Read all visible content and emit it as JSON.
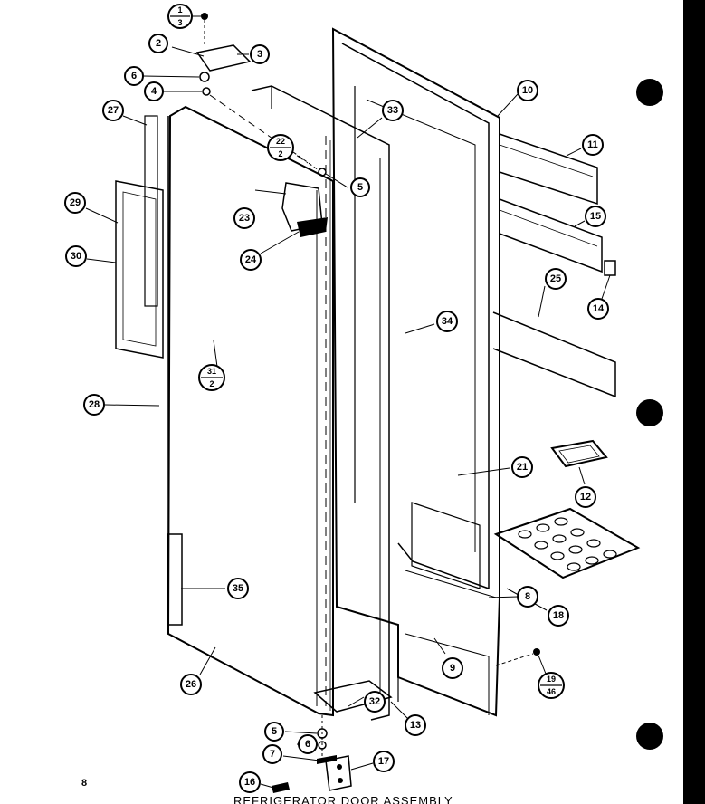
{
  "callouts": {
    "c2": "2",
    "c3": "3",
    "c6a": "6",
    "c4": "4",
    "c27": "27",
    "c33": "33",
    "c10": "10",
    "c11": "11",
    "c5a": "5",
    "c23": "23",
    "c24": "24",
    "c29": "29",
    "c30": "30",
    "c15": "15",
    "c14": "14",
    "c25": "25",
    "c34": "34",
    "c28": "28",
    "c21": "21",
    "c12": "12",
    "c35": "35",
    "c8a": "8",
    "c18": "18",
    "c26": "26",
    "c9": "9",
    "c13": "13",
    "c32": "32",
    "c5b": "5",
    "c6b": "6",
    "c7": "7",
    "c17": "17",
    "c16": "16"
  },
  "fractions": {
    "f1": {
      "top": "1",
      "bottom": "3"
    },
    "f22": {
      "top": "22",
      "bottom": "2"
    },
    "f31": {
      "top": "31",
      "bottom": "2"
    },
    "f19": {
      "top": "19",
      "bottom": "46"
    }
  },
  "page_number": "8",
  "caption": "REFRIGERATOR DOOR ASSEMBLY"
}
